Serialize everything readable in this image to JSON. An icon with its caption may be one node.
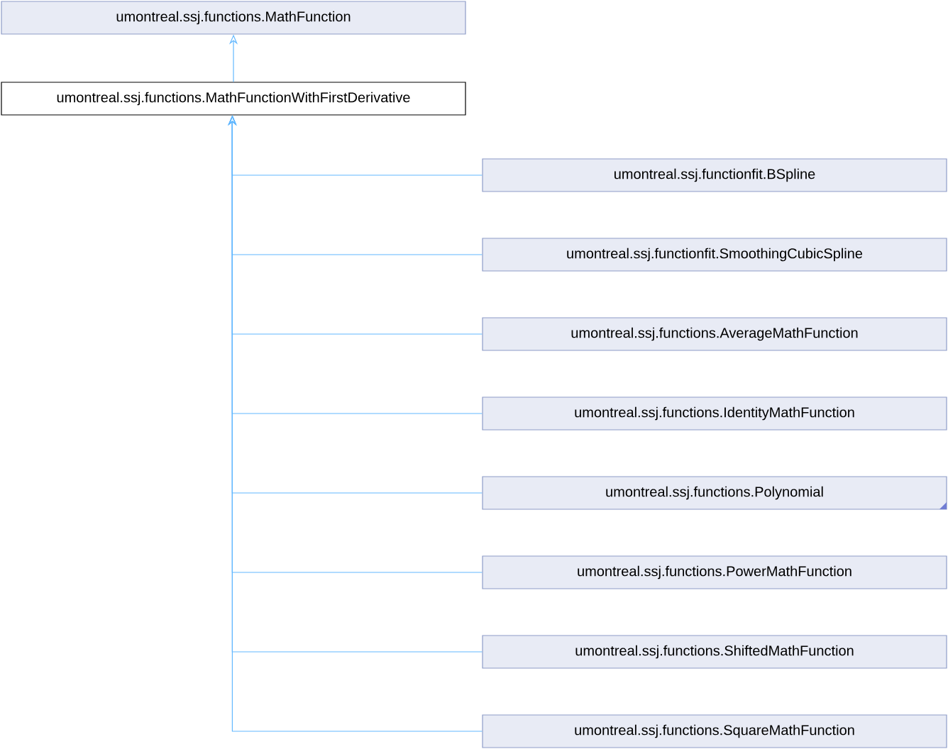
{
  "diagram": {
    "nodes": [
      {
        "text": [
          "umontreal.ssj.functions.MathFunction"
        ]
      },
      {
        "text": [
          "umontreal.ssj.functions.MathFunctionWithFirstDerivative"
        ]
      },
      {
        "text": [
          "umontreal.ssj.functionfit.BSpline"
        ]
      },
      {
        "text": [
          "umontreal.ssj.functionfit.SmoothingCubicSpline"
        ]
      },
      {
        "text": [
          "umontreal.ssj.functions.AverageMathFunction"
        ]
      },
      {
        "text": [
          "umontreal.ssj.functions.IdentityMathFunction"
        ]
      },
      {
        "text": [
          "umontreal.ssj.functions.Polynomial"
        ]
      },
      {
        "text": [
          "umontreal.ssj.functions.PowerMathFunction"
        ]
      },
      {
        "text": [
          "umontreal.ssj.functions.ShiftedMathFunction"
        ]
      },
      {
        "text": [
          "umontreal.ssj.functions.SquareMathFunction"
        ]
      }
    ],
    "edges": [
      {
        "from": 1,
        "to": 0,
        "arrow": "to"
      },
      {
        "from": 2,
        "to": 1,
        "arrow": "to"
      },
      {
        "from": 3,
        "to": 1,
        "arrow": "to"
      },
      {
        "from": 4,
        "to": 1,
        "arrow": "to"
      },
      {
        "from": 5,
        "to": 1,
        "arrow": "to"
      },
      {
        "from": 6,
        "to": 1,
        "arrow": "to"
      },
      {
        "from": 7,
        "to": 1,
        "arrow": "to"
      },
      {
        "from": 8,
        "to": 1,
        "arrow": "to"
      },
      {
        "from": 9,
        "to": 1,
        "arrow": "to"
      }
    ]
  }
}
